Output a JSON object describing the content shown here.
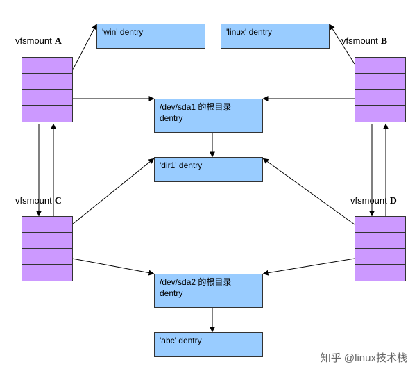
{
  "mounts": {
    "A": {
      "prefix": "vfsmount",
      "letter": "A"
    },
    "B": {
      "prefix": "vfsmount",
      "letter": "B"
    },
    "C": {
      "prefix": "vfsmount",
      "letter": "C"
    },
    "D": {
      "prefix": "vfsmount",
      "letter": "D"
    }
  },
  "dentries": {
    "win": "'win' dentry",
    "linux": "'linux' dentry",
    "sda1_line1": "/dev/sda1 的根目录",
    "sda1_line2": "dentry",
    "dir1": "'dir1' dentry",
    "sda2_line1": "/dev/sda2 的根目录",
    "sda2_line2": "dentry",
    "abc": "'abc' dentry"
  },
  "watermark": "知乎 @linux技术栈",
  "colors": {
    "mount_fill": "#cc99ff",
    "dentry_fill": "#99ccff",
    "border": "#333333",
    "arrow": "#000000"
  }
}
